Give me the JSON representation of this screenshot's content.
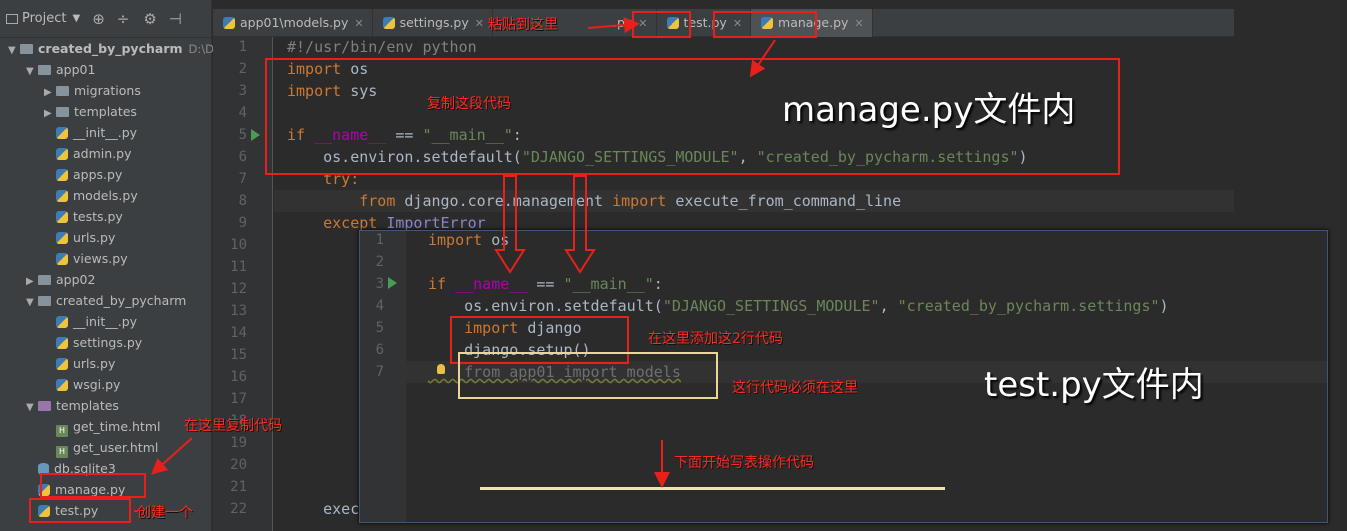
{
  "sidebar": {
    "toolbar_title": "Project",
    "tree": [
      {
        "label": "created_by_pycharm",
        "path": "D:\\Dja",
        "type": "folder-root",
        "depth": 0,
        "expanded": true
      },
      {
        "label": "app01",
        "type": "folder",
        "depth": 1,
        "expanded": true
      },
      {
        "label": "migrations",
        "type": "folder",
        "depth": 2,
        "expanded": false
      },
      {
        "label": "templates",
        "type": "folder",
        "depth": 2,
        "expanded": false
      },
      {
        "label": "__init__.py",
        "type": "py",
        "depth": 2
      },
      {
        "label": "admin.py",
        "type": "py",
        "depth": 2
      },
      {
        "label": "apps.py",
        "type": "py",
        "depth": 2
      },
      {
        "label": "models.py",
        "type": "py",
        "depth": 2
      },
      {
        "label": "tests.py",
        "type": "py",
        "depth": 2
      },
      {
        "label": "urls.py",
        "type": "py",
        "depth": 2
      },
      {
        "label": "views.py",
        "type": "py",
        "depth": 2
      },
      {
        "label": "app02",
        "type": "folder",
        "depth": 1,
        "expanded": false
      },
      {
        "label": "created_by_pycharm",
        "type": "folder",
        "depth": 1,
        "expanded": true
      },
      {
        "label": "__init__.py",
        "type": "py",
        "depth": 2
      },
      {
        "label": "settings.py",
        "type": "py",
        "depth": 2
      },
      {
        "label": "urls.py",
        "type": "py",
        "depth": 2
      },
      {
        "label": "wsgi.py",
        "type": "py",
        "depth": 2
      },
      {
        "label": "templates",
        "type": "folder-purple",
        "depth": 1,
        "expanded": true
      },
      {
        "label": "get_time.html",
        "type": "html",
        "depth": 2
      },
      {
        "label": "get_user.html",
        "type": "html",
        "depth": 2
      },
      {
        "label": "db.sqlite3",
        "type": "db",
        "depth": 1
      },
      {
        "label": "manage.py",
        "type": "py",
        "depth": 1
      },
      {
        "label": "test.py",
        "type": "py",
        "depth": 1
      }
    ]
  },
  "tabs": [
    {
      "label": "app01\\models.py"
    },
    {
      "label": "settings.py"
    },
    {
      "label": ".py"
    },
    {
      "label": "test.py"
    },
    {
      "label": "manage.py",
      "active": true
    }
  ],
  "editor": {
    "line_numbers": [
      "1",
      "2",
      "3",
      "4",
      "5",
      "6",
      "7",
      "8",
      "9",
      "10",
      "11",
      "12",
      "13",
      "14",
      "15",
      "16",
      "17",
      "18",
      "19",
      "20",
      "21",
      "22"
    ],
    "line1": "#!/usr/bin/env python",
    "line2_kw": "import",
    "line2_mod": " os",
    "line3_kw": "import",
    "line3_mod": " sys",
    "line5_kw": "if",
    "line5_name": "__name__",
    "line5_eq": " == ",
    "line5_str": "\"__main__\"",
    "line5_colon": ":",
    "line6_a": "    os.environ.setdefault(",
    "line6_s1": "\"DJANGO_SETTINGS_MODULE\"",
    "line6_comma": ", ",
    "line6_s2": "\"created_by_pycharm.settings\"",
    "line6_close": ")",
    "line7_kw": "    try:",
    "line8_kw1": "        from",
    "line8_mid": " django.core.management ",
    "line8_kw2": "import",
    "line8_end": " execute_from_command_line",
    "line9_kw": "    except",
    "line9_cls": " ImportError",
    "line22": "    exec"
  },
  "overlay": {
    "line_numbers": [
      "1",
      "2",
      "3",
      "4",
      "5",
      "6",
      "7"
    ],
    "l1_kw": "import",
    "l1_mod": " os",
    "l3_kw": "if",
    "l3_name": "__name__",
    "l3_eq": " == ",
    "l3_str": "\"__main__\"",
    "l3_colon": ":",
    "l4_a": "    os.environ.setdefault(",
    "l4_s1": "\"DJANGO_SETTINGS_MODULE\"",
    "l4_comma": ", ",
    "l4_s2": "\"created_by_pycharm.settings\"",
    "l4_close": ")",
    "l5_kw": "    import",
    "l5_mod": " django",
    "l6": "    django.setup()",
    "l7": "    from app01 import models"
  },
  "annotations": {
    "paste_here": "粘贴到这里",
    "copy_this": "复制这段代码",
    "manage_label": "manage.py文件内",
    "add_two_lines": "在这里添加这2行代码",
    "must_be_here": "这行代码必须在这里",
    "test_label": "test.py文件内",
    "write_below": "下面开始写表操作代码",
    "copy_code_here": "在这里复制代码",
    "create_one": "创建一个"
  }
}
